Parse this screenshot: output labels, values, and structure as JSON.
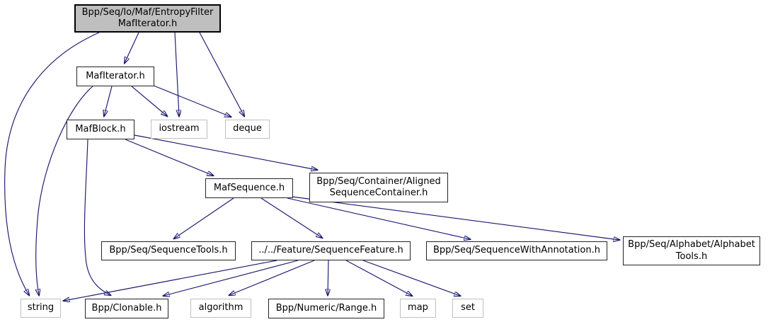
{
  "diagram": {
    "kind": "include-dependency-graph",
    "colors": {
      "edge": "#191970",
      "root_fill": "#bfbfbf",
      "internal_border": "#242424",
      "external_border": "#c0c0c0",
      "background": "#ffffff"
    },
    "nodes": {
      "root": {
        "label": "Bpp/Seq/Io/Maf/EntropyFilterMafIterator.h",
        "line1": "Bpp/Seq/Io/Maf/EntropyFilter",
        "line2": "MafIterator.h"
      },
      "mafiterator": {
        "label": "MafIterator.h"
      },
      "mafblock": {
        "label": "MafBlock.h"
      },
      "iostream": {
        "label": "iostream"
      },
      "deque": {
        "label": "deque"
      },
      "mafsequence": {
        "label": "MafSequence.h"
      },
      "alignedcontainer": {
        "label": "Bpp/Seq/Container/AlignedSequenceContainer.h",
        "line1": "Bpp/Seq/Container/Aligned",
        "line2": "SequenceContainer.h"
      },
      "sequencetools": {
        "label": "Bpp/Seq/SequenceTools.h"
      },
      "sequencefeature": {
        "label": "../../Feature/SequenceFeature.h"
      },
      "sequencewithannotation": {
        "label": "Bpp/Seq/SequenceWithAnnotation.h"
      },
      "alphabettools": {
        "label": "Bpp/Seq/Alphabet/AlphabetTools.h",
        "line1": "Bpp/Seq/Alphabet/Alphabet",
        "line2": "Tools.h"
      },
      "string": {
        "label": "string"
      },
      "clonable": {
        "label": "Bpp/Clonable.h"
      },
      "algorithm": {
        "label": "algorithm"
      },
      "range": {
        "label": "Bpp/Numeric/Range.h"
      },
      "map": {
        "label": "map"
      },
      "set": {
        "label": "set"
      }
    },
    "edges": [
      {
        "from": "root",
        "to": "mafiterator"
      },
      {
        "from": "root",
        "to": "iostream"
      },
      {
        "from": "root",
        "to": "deque"
      },
      {
        "from": "root",
        "to": "string"
      },
      {
        "from": "mafiterator",
        "to": "mafblock"
      },
      {
        "from": "mafiterator",
        "to": "iostream"
      },
      {
        "from": "mafiterator",
        "to": "deque"
      },
      {
        "from": "mafiterator",
        "to": "string"
      },
      {
        "from": "mafblock",
        "to": "mafsequence"
      },
      {
        "from": "mafblock",
        "to": "alignedcontainer"
      },
      {
        "from": "mafblock",
        "to": "clonable"
      },
      {
        "from": "mafsequence",
        "to": "sequencetools"
      },
      {
        "from": "mafsequence",
        "to": "sequencefeature"
      },
      {
        "from": "mafsequence",
        "to": "sequencewithannotation"
      },
      {
        "from": "mafsequence",
        "to": "alphabettools"
      },
      {
        "from": "sequencefeature",
        "to": "string"
      },
      {
        "from": "sequencefeature",
        "to": "clonable"
      },
      {
        "from": "sequencefeature",
        "to": "algorithm"
      },
      {
        "from": "sequencefeature",
        "to": "range"
      },
      {
        "from": "sequencefeature",
        "to": "map"
      },
      {
        "from": "sequencefeature",
        "to": "set"
      }
    ]
  }
}
